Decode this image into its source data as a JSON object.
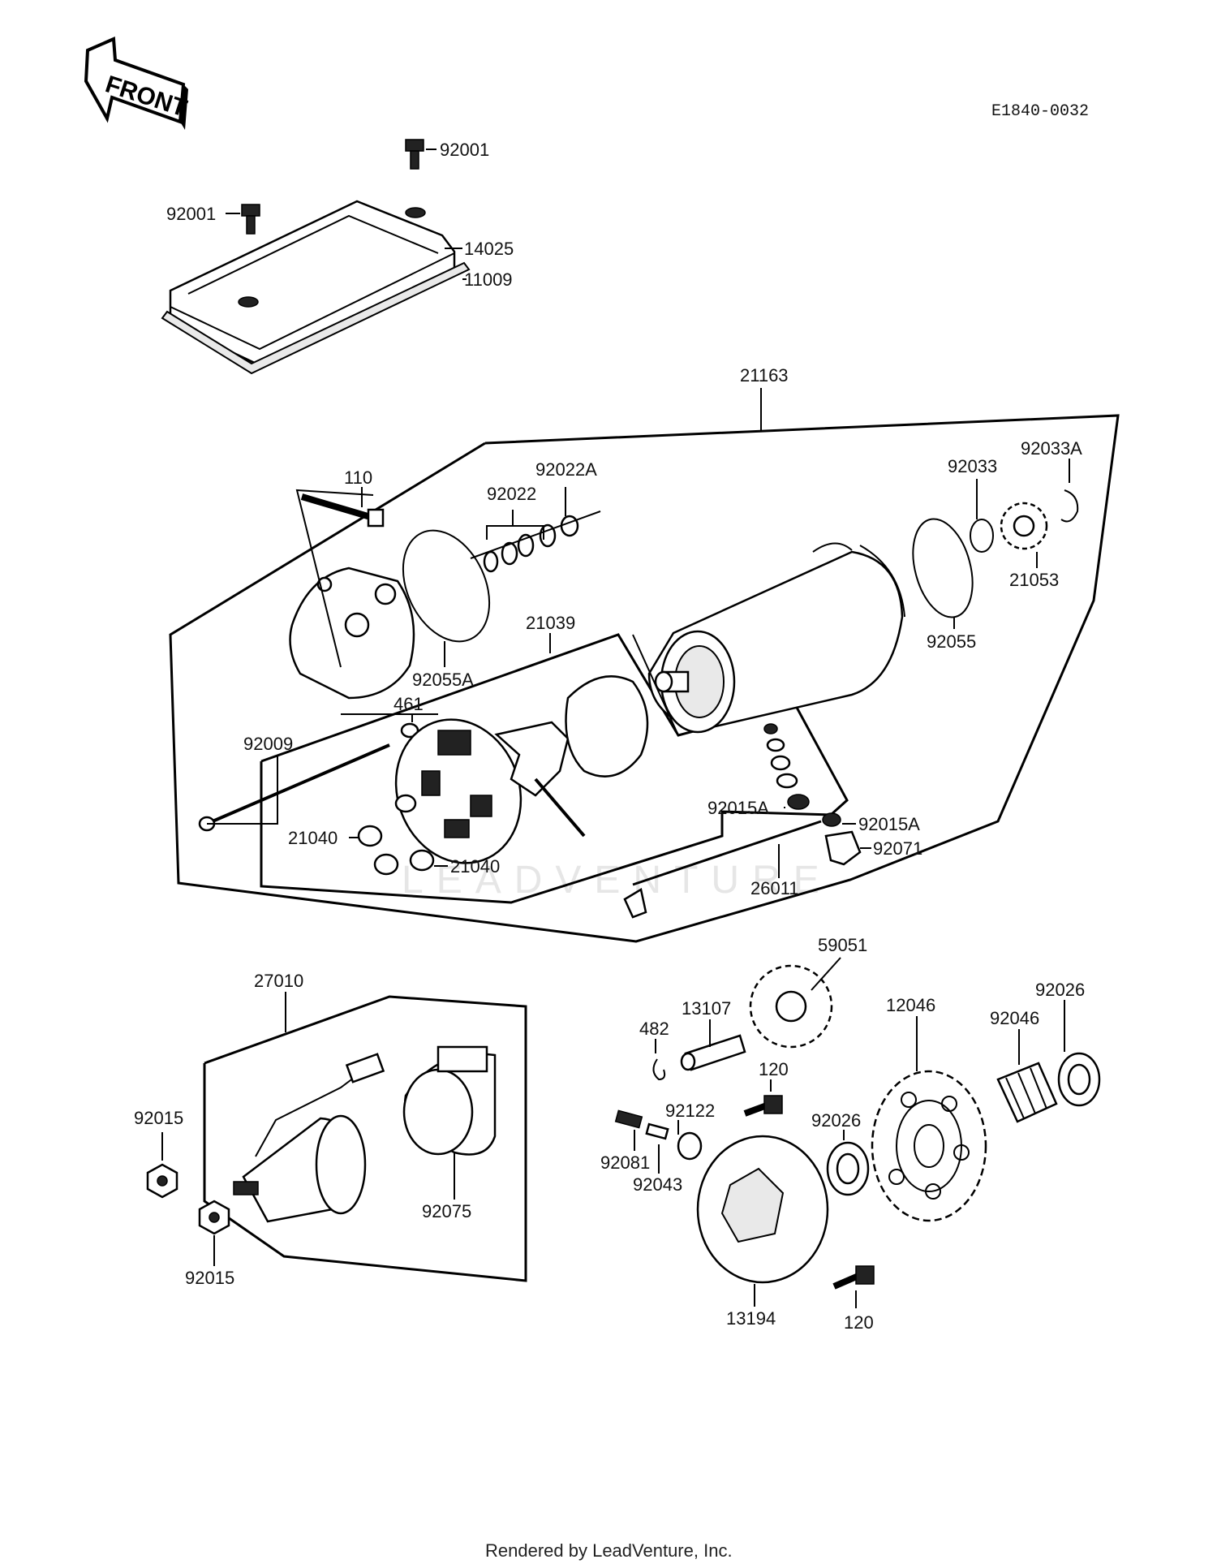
{
  "header": {
    "front_arrow_label": "FRONT",
    "diagram_code": "E1840-0032"
  },
  "watermark": "LEADVENTURE",
  "footer": "Rendered by LeadVenture, Inc.",
  "parts": {
    "p92001_top": "92001",
    "p92001_left": "92001",
    "p14025": "14025",
    "p11009": "11009",
    "p21163": "21163",
    "p110": "110",
    "p92022A": "92022A",
    "p92022": "92022",
    "p92033A": "92033A",
    "p92033": "92033",
    "p21053": "21053",
    "p92055": "92055",
    "p92055A": "92055A",
    "p21039": "21039",
    "p461": "461",
    "p92009": "92009",
    "p21040_left": "21040",
    "p21040_bottom": "21040",
    "p92015A_left": "92015A",
    "p92015A_right": "92015A",
    "p92071": "92071",
    "p26011": "26011",
    "p27010": "27010",
    "p92015_top": "92015",
    "p92015_bottom": "92015",
    "p92075": "92075",
    "p59051": "59051",
    "p13107": "13107",
    "p482": "482",
    "p120_top": "120",
    "p120_bottom": "120",
    "p92122": "92122",
    "p92081": "92081",
    "p92043": "92043",
    "p12046": "12046",
    "p92046": "92046",
    "p92026_right": "92026",
    "p92026_mid": "92026",
    "p13194": "13194"
  }
}
